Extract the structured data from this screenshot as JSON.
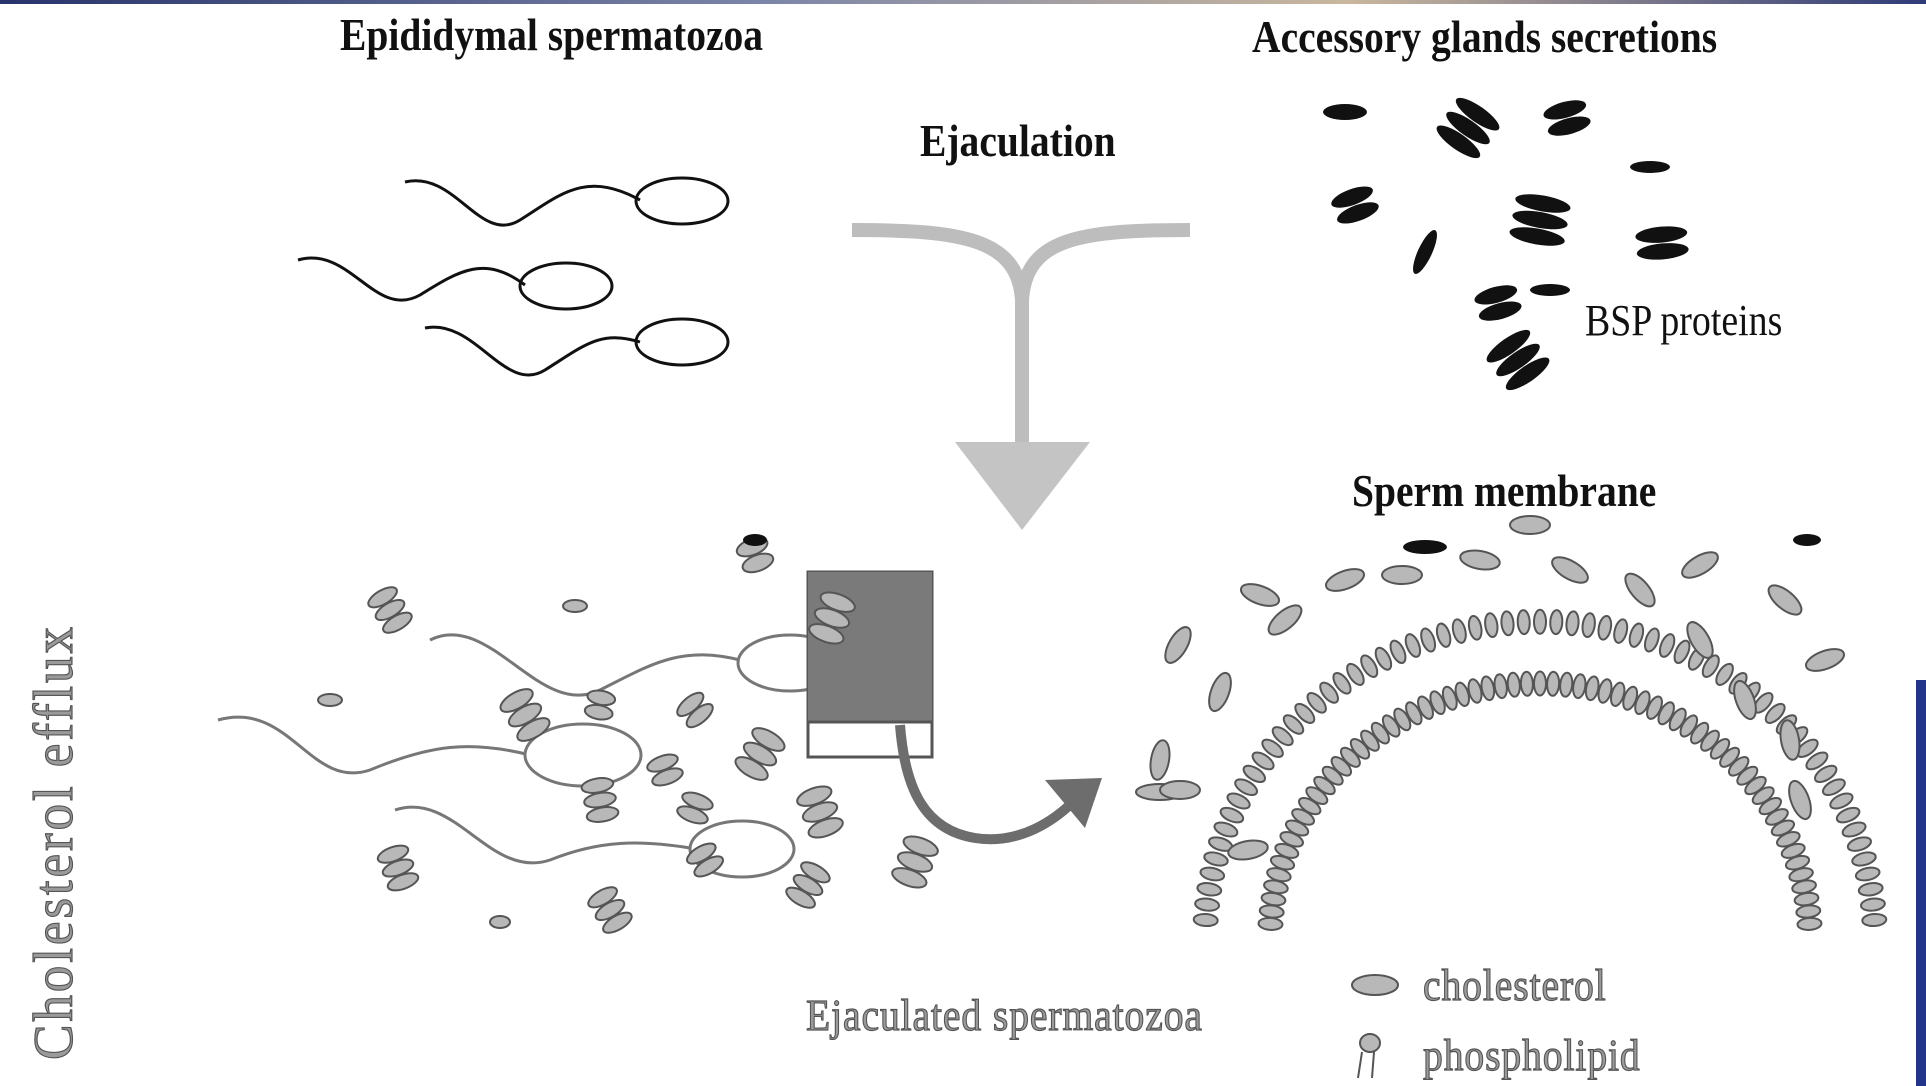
{
  "labels": {
    "epididymal": "Epididymal spermatozoa",
    "accessory": "Accessory glands secretions",
    "ejaculation": "Ejaculation",
    "bsp": "BSP proteins",
    "sperm_membrane": "Sperm membrane",
    "ejaculated": "Ejaculated spermatozoa",
    "efflux": "Cholesterol efflux"
  },
  "legend": {
    "cholesterol": "cholesterol",
    "phospholipid": "phospholipid"
  },
  "colors": {
    "ink": "#111111",
    "grey_fill": "#b8b8b8",
    "grey_stroke": "#5a5a5a",
    "arrow": "#bdbdbd",
    "frame_bar": "#23358a"
  }
}
